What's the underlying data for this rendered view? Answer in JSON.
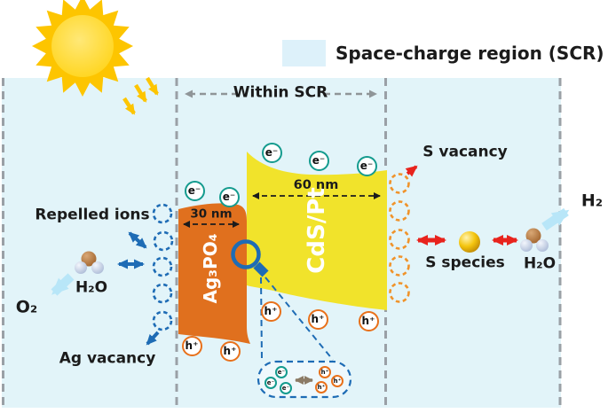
{
  "legend": {
    "label": "Space-charge region (SCR)"
  },
  "scr": {
    "within_label": "Within SCR"
  },
  "materials": {
    "left": {
      "name": "Ag₃PO₄",
      "width_label": "30 nm"
    },
    "right": {
      "name": "CdS/Pt",
      "width_label": "60 nm"
    }
  },
  "left_side": {
    "repelled_ions_label": "Repelled ions",
    "water_label": "H₂O",
    "oxygen_label": "O₂",
    "ag_vacancy_label": "Ag vacancy"
  },
  "right_side": {
    "s_vacancy_label": "S vacancy",
    "s_species_label": "S species",
    "water_label": "H₂O",
    "hydrogen_label": "H₂"
  },
  "particles": {
    "electron_label": "e⁻",
    "hole_label": "h⁺"
  },
  "colors": {
    "scr_fill": "#e2f4f9",
    "ag3po4_orange": "#e0701e",
    "cds_yellow": "#f1e32b",
    "electron_ring": "#149b8e",
    "hole_ring": "#e8701a",
    "repelled_ion_dash": "#1e6cb5",
    "s_vacancy_dash": "#f0932a",
    "redox_arrow_red": "#e8231d",
    "gas_arrow_cyan": "#b8e6f8",
    "boundary_gray": "#9aa0a6",
    "sun_yellow": "#fdc500"
  }
}
